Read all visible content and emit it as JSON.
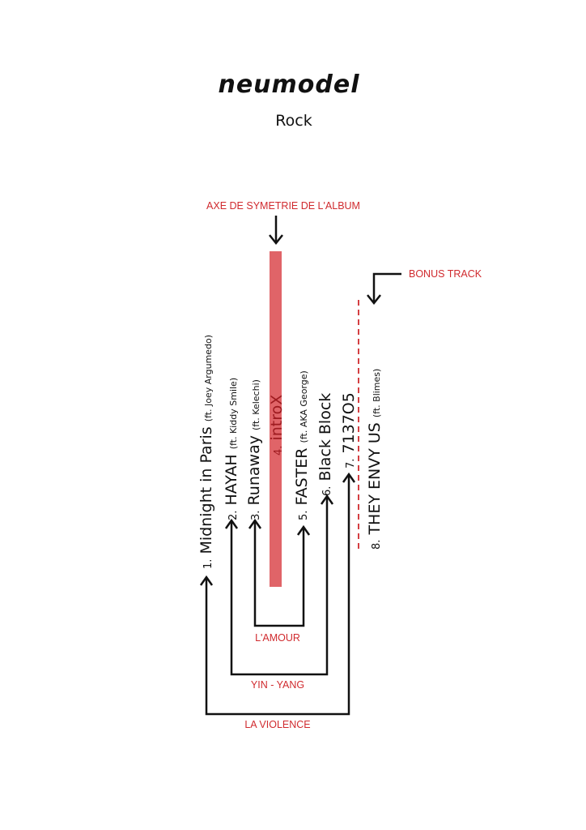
{
  "header": {
    "logo": "neumodel",
    "genre": "Rock"
  },
  "annotations": {
    "axis_label": "AXE DE SYMETRIE DE L'ALBUM",
    "bonus_label": "BONUS TRACK",
    "pair_1": "L'AMOUR",
    "pair_2": "YIN - YANG",
    "pair_3": "LA VIOLENCE"
  },
  "colors": {
    "accent": "#d02a2e",
    "axis_bar": "#e06468"
  },
  "tracks": [
    {
      "num": "1.",
      "title": "Midnight in Paris",
      "ft": "(ft. Joey Argumedo)"
    },
    {
      "num": "2.",
      "title": "HAYAH",
      "ft": "(ft. Kiddy Smile)"
    },
    {
      "num": "3.",
      "title": "Runaway",
      "ft": "(ft. Kelechi)"
    },
    {
      "num": "4.",
      "title": "introX",
      "ft": ""
    },
    {
      "num": "5.",
      "title": "FASTER",
      "ft": "(ft. AKA George)"
    },
    {
      "num": "6.",
      "title": "Black Block",
      "ft": ""
    },
    {
      "num": "7.",
      "title": "7137O5",
      "ft": ""
    },
    {
      "num": "8.",
      "title": "THEY ENVY US",
      "ft": "(ft. Blimes)"
    }
  ]
}
